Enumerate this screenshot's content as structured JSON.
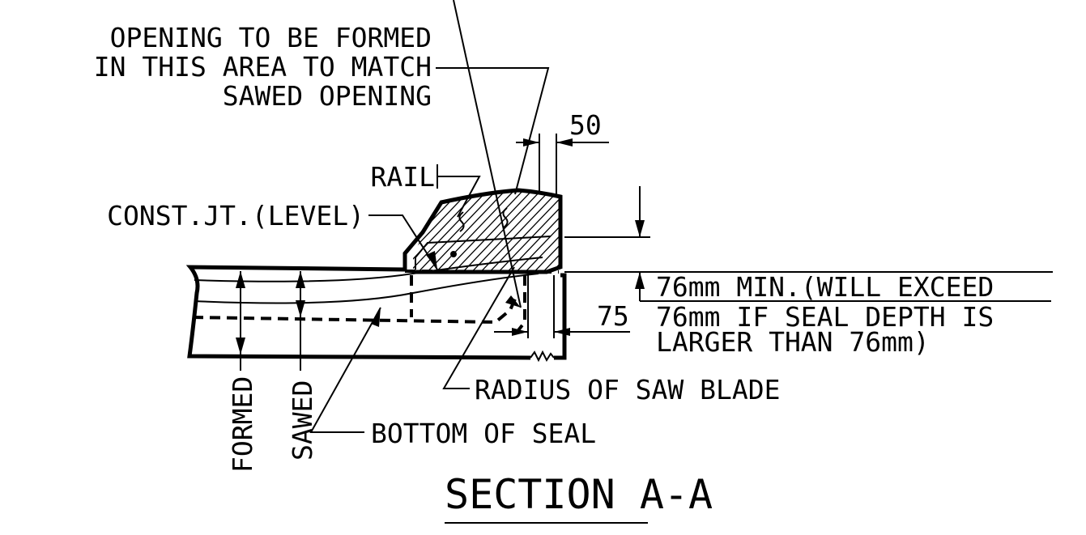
{
  "drawing": {
    "note_opening": [
      "OPENING TO BE FORMED",
      "IN THIS AREA TO MATCH",
      "SAWED OPENING"
    ],
    "dim_50": "50",
    "label_rail": "RAIL",
    "label_const_jt": "CONST.JT.(LEVEL)",
    "note_min_depth": [
      "76mm MIN.(WILL EXCEED",
      "76mm IF SEAL DEPTH IS",
      "LARGER THAN 76mm)"
    ],
    "dim_75": "75",
    "label_radius": "RADIUS OF SAW BLADE",
    "label_bottom_seal": "BOTTOM OF SEAL",
    "label_formed": "FORMED",
    "label_sawed": "SAWED",
    "title": "SECTION A-A"
  }
}
